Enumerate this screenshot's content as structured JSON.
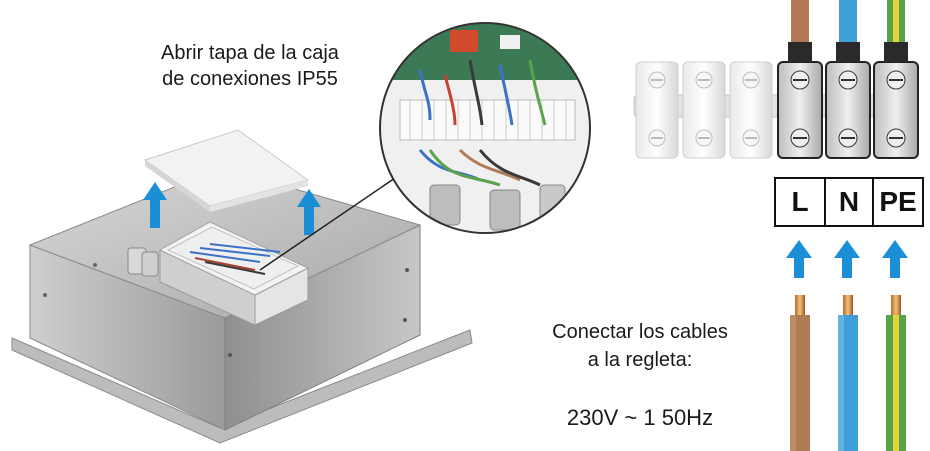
{
  "instructions": {
    "open_lid": "Abrir tapa de la caja\nde conexiones IP55",
    "connect": "Conectar los cables\na la regleta:",
    "voltage": "230V ~ 1 50Hz"
  },
  "terminal_labels": [
    "L",
    "N",
    "PE"
  ],
  "terminal_block_left": [
    "⊖",
    "⊖",
    "⊖"
  ],
  "wire_colors": {
    "L": "#b07a55",
    "N": "#3d9ed8",
    "PE_green": "#5aa34a",
    "PE_yellow": "#e3d33a"
  },
  "arrow_color": "#1a8fd6"
}
